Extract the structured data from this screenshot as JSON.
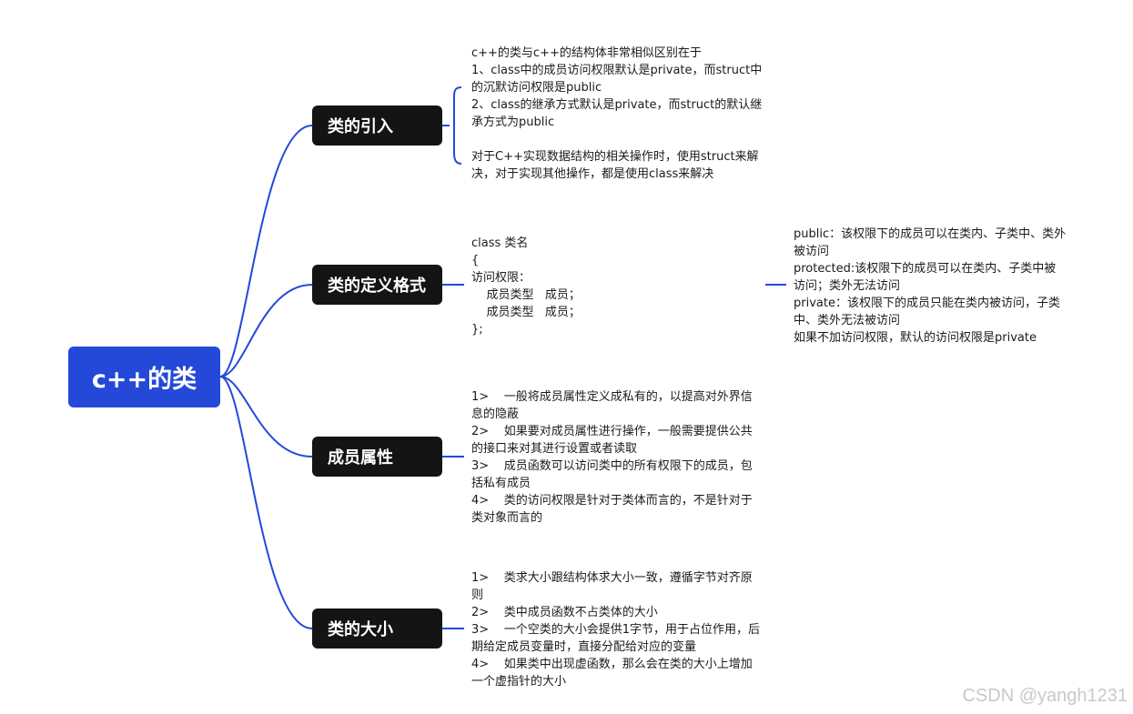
{
  "root": {
    "label": "c++的类"
  },
  "topics": [
    {
      "label": "类的引入",
      "note": "c++的类与c++的结构体非常相似区别在于\n1、class中的成员访问权限默认是private，而struct中的沉默访问权限是public\n2、class的继承方式默认是private，而struct的默认继承方式为public\n\n对于C++实现数据结构的相关操作时，使用struct来解决，对于实现其他操作，都是使用class来解决"
    },
    {
      "label": "类的定义格式",
      "note": "class 类名\n{\n访问权限：\n    成员类型   成员；\n    成员类型   成员；\n};",
      "subnote": "public：该权限下的成员可以在类内、子类中、类外被访问\nprotected:该权限下的成员可以在类内、子类中被访问；类外无法访问\nprivate：该权限下的成员只能在类内被访问，子类中、类外无法被访问\n如果不加访问权限，默认的访问权限是private"
    },
    {
      "label": "成员属性",
      "note": "1>    一般将成员属性定义成私有的，以提高对外界信息的隐蔽\n2>    如果要对成员属性进行操作，一般需要提供公共的接口来对其进行设置或者读取\n3>    成员函数可以访问类中的所有权限下的成员，包括私有成员\n4>    类的访问权限是针对于类体而言的，不是针对于类对象而言的"
    },
    {
      "label": "类的大小",
      "note": "1>    类求大小跟结构体求大小一致，遵循字节对齐原则\n2>    类中成员函数不占类体的大小\n3>    一个空类的大小会提供1字节，用于占位作用，后期给定成员变量时，直接分配给对应的变量\n4>    如果类中出现虚函数，那么会在类的大小上增加一个虚指针的大小"
    }
  ],
  "watermark": "CSDN @yangh1231",
  "colors": {
    "root": "#2449d8",
    "topic": "#141414",
    "line": "#2449d8"
  }
}
